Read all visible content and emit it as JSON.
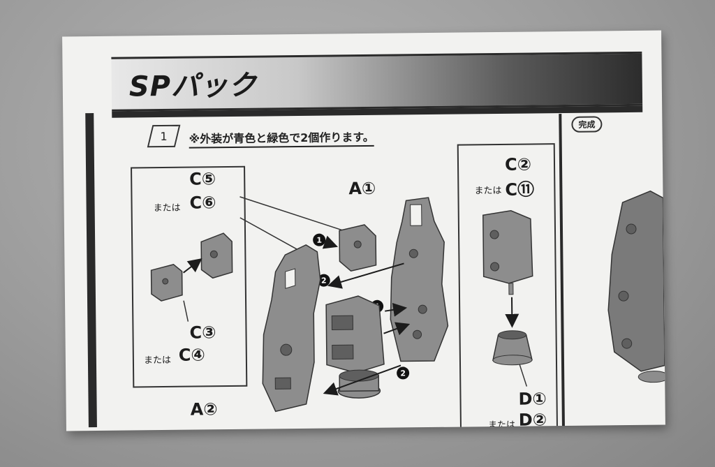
{
  "header": {
    "title": "SPパック"
  },
  "step": {
    "number": "1",
    "note": "※外装が青色と緑色で2個作ります。",
    "complete": "完成"
  },
  "labels": {
    "c5": "C⑤",
    "c6_alt": "または",
    "c6": "C⑥",
    "c3": "C③",
    "c4_alt": "または",
    "c4": "C④",
    "a1": "A①",
    "a2": "A②",
    "c2": "C②",
    "c11_alt": "または",
    "c11": "C⑪",
    "d1": "D①",
    "d2_alt": "または",
    "d2": "D②"
  },
  "arrows": {
    "one": "1",
    "two": "2"
  },
  "colors": {
    "ink": "#1c1c1c",
    "part": "#8d8d8d",
    "part_dark": "#5f5f5f",
    "paper": "#f2f2f0"
  }
}
